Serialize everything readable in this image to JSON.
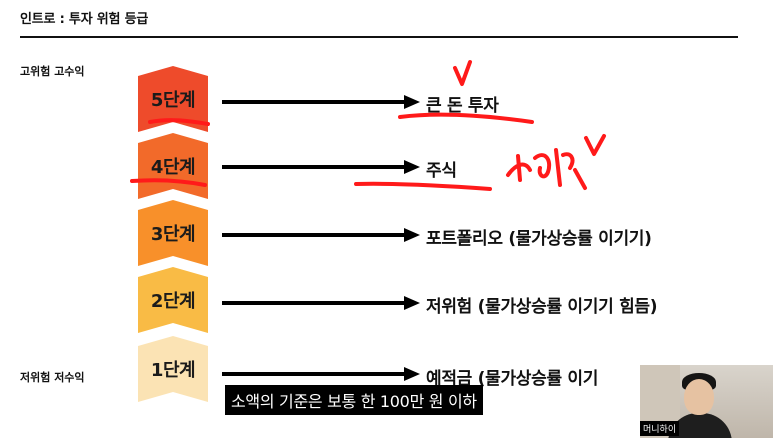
{
  "header": {
    "title": "인트로 : 투자 위험 등급"
  },
  "side_labels": {
    "high": "고위험 고수익",
    "low": "저위험 저수익"
  },
  "levels": [
    {
      "label": "5단계",
      "color": "#ee4b2b",
      "target": "큰 돈 투자"
    },
    {
      "label": "4단계",
      "color": "#f26a2a",
      "target": "주식"
    },
    {
      "label": "3단계",
      "color": "#f8902a",
      "target": "포트폴리오 (물가상승률 이기기)"
    },
    {
      "label": "2단계",
      "color": "#f9bb45",
      "target": "저위험 (물가상승률 이기기 힘듬)"
    },
    {
      "label": "1단계",
      "color": "#fbe3b4",
      "target": "예적금 (물가상승률 이기"
    }
  ],
  "caption": "소액의 기준은 보통 한 100만 원 이하",
  "webcam": {
    "tag": "머니하이"
  },
  "annotations": {
    "ink_color": "#ff1a1a"
  }
}
